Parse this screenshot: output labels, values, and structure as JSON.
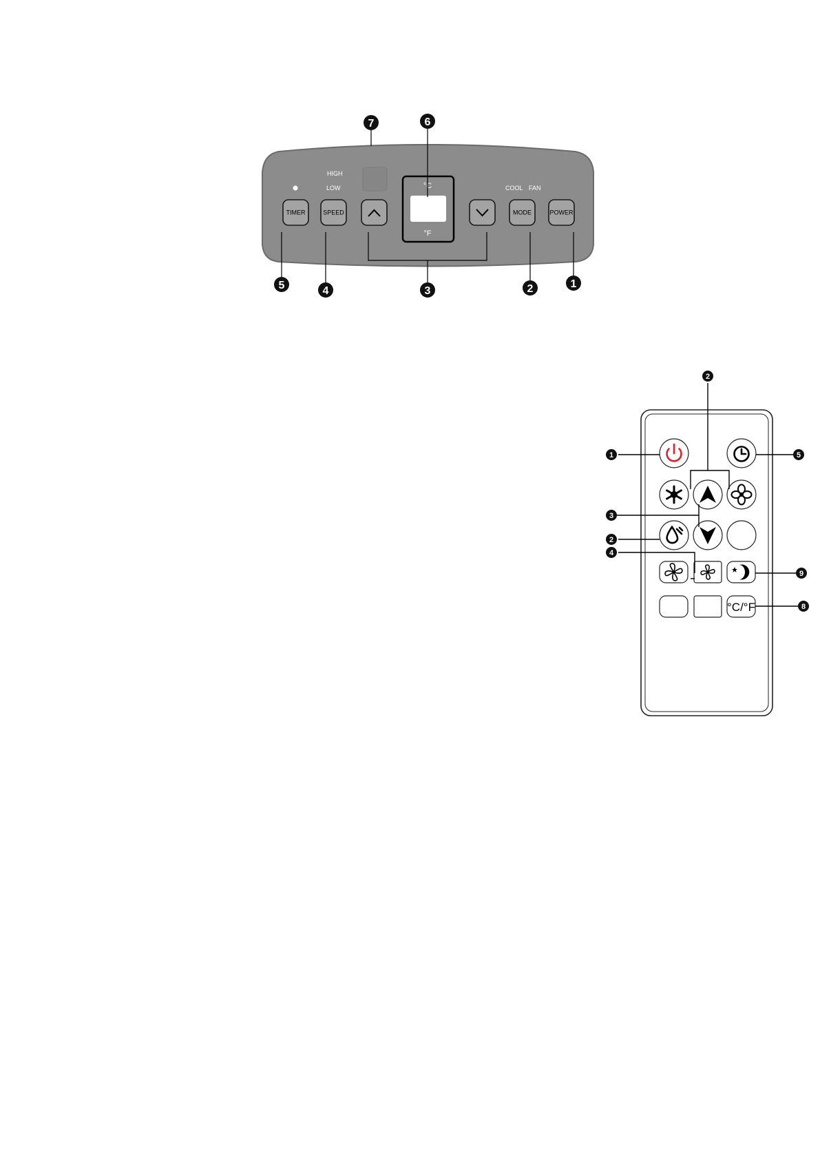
{
  "control_panel": {
    "timer_label": "TIMER",
    "speed_label": "SPEED",
    "mode_label": "MODE",
    "power_label": "POWER",
    "high_label": "HIGH",
    "low_label": "LOW",
    "cool_label": "COOL",
    "fan_label": "FAN",
    "celsius_label": "°C",
    "fahrenheit_label": "°F",
    "callouts": [
      "1",
      "2",
      "3",
      "4",
      "5",
      "6",
      "7"
    ],
    "colors": {
      "panel": "#8c8c8c",
      "panel_border": "#6e6e6e",
      "button": "#a3a3a3"
    }
  },
  "remote": {
    "callouts": [
      "1",
      "2",
      "2",
      "3",
      "4",
      "5",
      "8",
      "9"
    ],
    "cf_label": "°C/°F",
    "icons": [
      "power-icon",
      "timer-clock-icon",
      "snowflake-icon",
      "up-arrow-icon",
      "fan-icon",
      "down-arrow-icon",
      "dehumidify-drop-icon",
      "fan-high-icon",
      "fan-low-icon",
      "sleep-moon-icon"
    ],
    "colors": {
      "power_icon": "#e0202b"
    }
  }
}
